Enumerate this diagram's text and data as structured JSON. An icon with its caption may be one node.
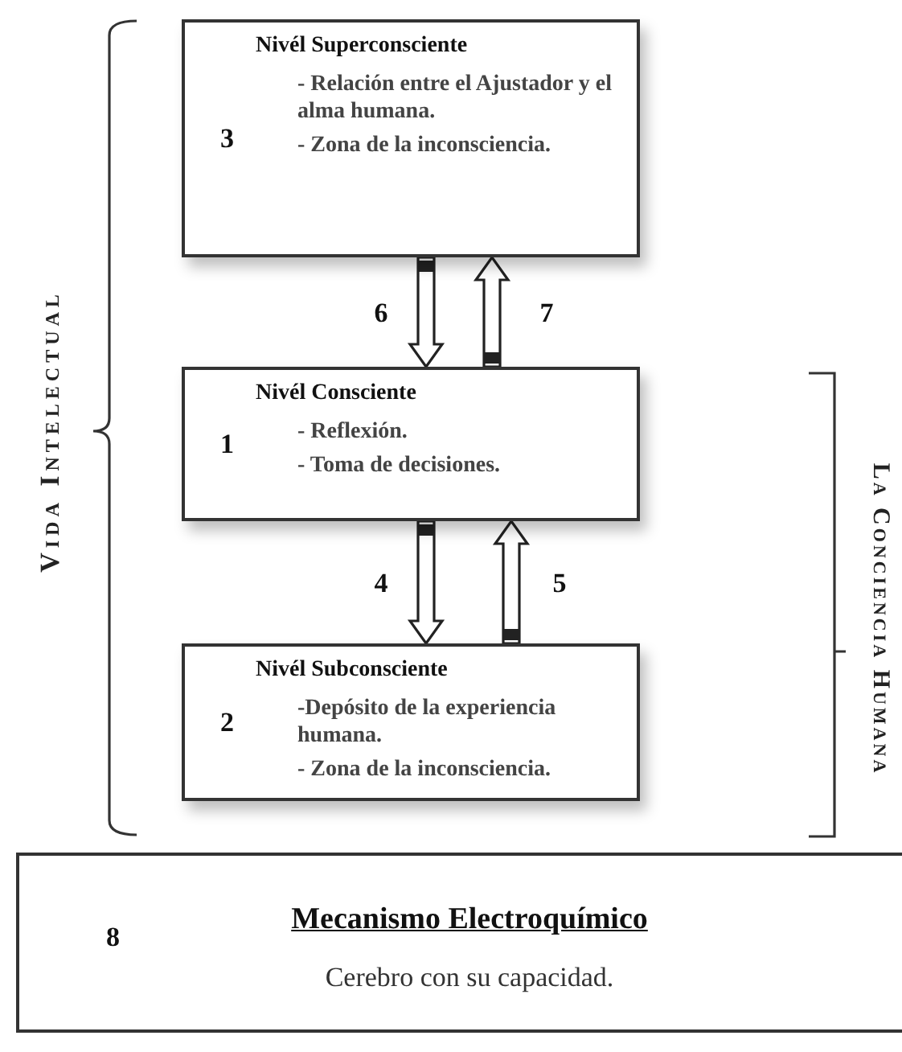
{
  "diagram": {
    "nodes": [
      {
        "text": [
          "3",
          "Nivél Superconsciente",
          "- Relación entre el Ajustador y el alma humana.",
          "- Zona de la inconsciencia."
        ]
      },
      {
        "text": [
          "1",
          "Nivél Consciente",
          "- Reflexión.",
          "- Toma de decisiones."
        ]
      },
      {
        "text": [
          "2",
          "Nivél Subconsciente",
          "-Depósito de la experiencia humana.",
          "- Zona de la inconsciencia."
        ]
      },
      {
        "text": [
          "8",
          "Mecanismo Electroquímico",
          "Cerebro con su capacidad."
        ]
      }
    ],
    "edges": [
      {
        "from": 0,
        "to": 1,
        "arrow": "to",
        "label": "6"
      },
      {
        "from": 1,
        "to": 0,
        "arrow": "to",
        "label": "7"
      },
      {
        "from": 1,
        "to": 2,
        "arrow": "to",
        "label": "4"
      },
      {
        "from": 2,
        "to": 1,
        "arrow": "to",
        "label": "5"
      }
    ],
    "labels": [
      "Vida Intelectual",
      "La Conciencia Humana"
    ]
  }
}
